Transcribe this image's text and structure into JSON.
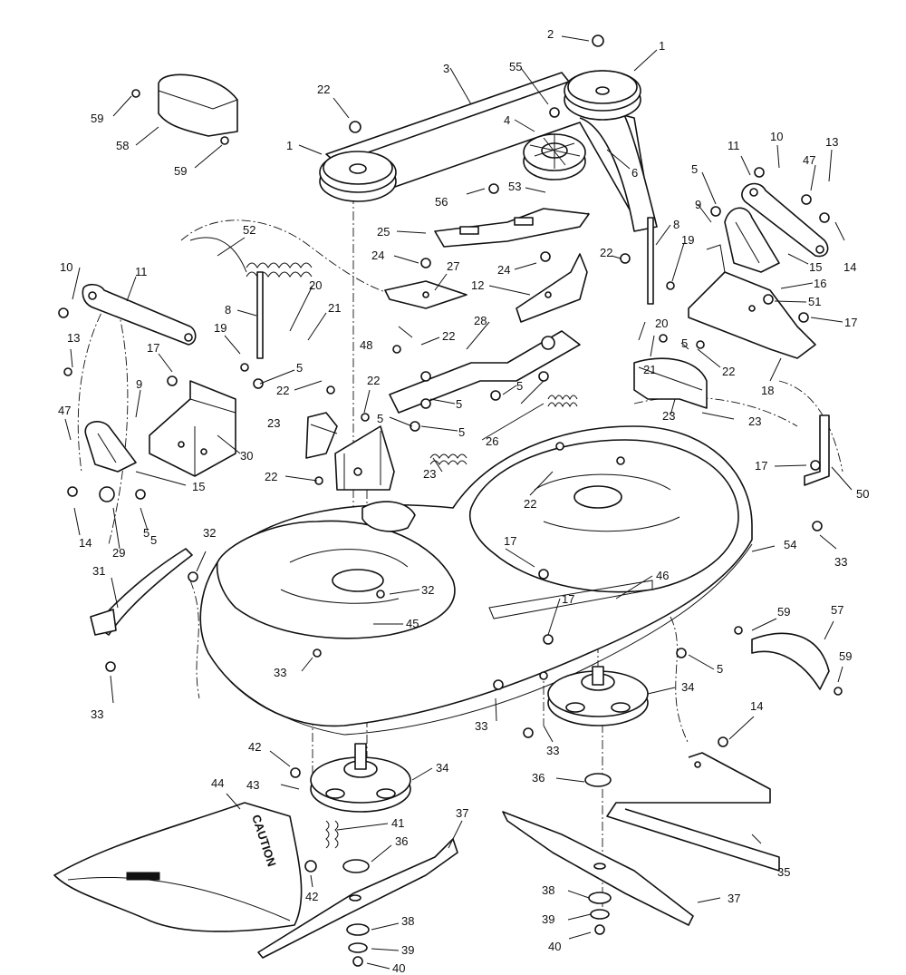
{
  "diagram": {
    "callouts": [
      {
        "n": "1"
      },
      {
        "n": "1"
      },
      {
        "n": "2"
      },
      {
        "n": "3"
      },
      {
        "n": "4"
      },
      {
        "n": "5"
      },
      {
        "n": "5"
      },
      {
        "n": "5"
      },
      {
        "n": "5"
      },
      {
        "n": "5"
      },
      {
        "n": "5"
      },
      {
        "n": "5"
      },
      {
        "n": "5"
      },
      {
        "n": "5"
      },
      {
        "n": "5"
      },
      {
        "n": "6"
      },
      {
        "n": "8"
      },
      {
        "n": "8"
      },
      {
        "n": "9"
      },
      {
        "n": "9"
      },
      {
        "n": "10"
      },
      {
        "n": "10"
      },
      {
        "n": "11"
      },
      {
        "n": "11"
      },
      {
        "n": "12"
      },
      {
        "n": "13"
      },
      {
        "n": "13"
      },
      {
        "n": "14"
      },
      {
        "n": "14"
      },
      {
        "n": "14"
      },
      {
        "n": "15"
      },
      {
        "n": "15"
      },
      {
        "n": "16"
      },
      {
        "n": "17"
      },
      {
        "n": "17"
      },
      {
        "n": "17"
      },
      {
        "n": "17"
      },
      {
        "n": "17"
      },
      {
        "n": "18"
      },
      {
        "n": "19"
      },
      {
        "n": "19"
      },
      {
        "n": "20"
      },
      {
        "n": "20"
      },
      {
        "n": "21"
      },
      {
        "n": "21"
      },
      {
        "n": "22"
      },
      {
        "n": "22"
      },
      {
        "n": "22"
      },
      {
        "n": "22"
      },
      {
        "n": "22"
      },
      {
        "n": "22"
      },
      {
        "n": "22"
      },
      {
        "n": "22"
      },
      {
        "n": "23"
      },
      {
        "n": "23"
      },
      {
        "n": "23"
      },
      {
        "n": "23"
      },
      {
        "n": "24"
      },
      {
        "n": "24"
      },
      {
        "n": "25"
      },
      {
        "n": "26"
      },
      {
        "n": "27"
      },
      {
        "n": "28"
      },
      {
        "n": "29"
      },
      {
        "n": "30"
      },
      {
        "n": "31"
      },
      {
        "n": "32"
      },
      {
        "n": "32"
      },
      {
        "n": "33"
      },
      {
        "n": "33"
      },
      {
        "n": "33"
      },
      {
        "n": "33"
      },
      {
        "n": "33"
      },
      {
        "n": "34"
      },
      {
        "n": "34"
      },
      {
        "n": "35"
      },
      {
        "n": "36"
      },
      {
        "n": "36"
      },
      {
        "n": "37"
      },
      {
        "n": "37"
      },
      {
        "n": "38"
      },
      {
        "n": "38"
      },
      {
        "n": "39"
      },
      {
        "n": "39"
      },
      {
        "n": "40"
      },
      {
        "n": "40"
      },
      {
        "n": "41"
      },
      {
        "n": "42"
      },
      {
        "n": "42"
      },
      {
        "n": "43"
      },
      {
        "n": "44"
      },
      {
        "n": "45"
      },
      {
        "n": "46"
      },
      {
        "n": "47"
      },
      {
        "n": "47"
      },
      {
        "n": "48"
      },
      {
        "n": "50"
      },
      {
        "n": "51"
      },
      {
        "n": "53"
      },
      {
        "n": "54"
      },
      {
        "n": "55"
      },
      {
        "n": "56"
      },
      {
        "n": "57"
      },
      {
        "n": "58"
      },
      {
        "n": "59"
      },
      {
        "n": "59"
      },
      {
        "n": "59"
      },
      {
        "n": "59"
      },
      {
        "n": "52"
      }
    ],
    "stamps": {
      "caution_label": "CAUTION"
    }
  }
}
